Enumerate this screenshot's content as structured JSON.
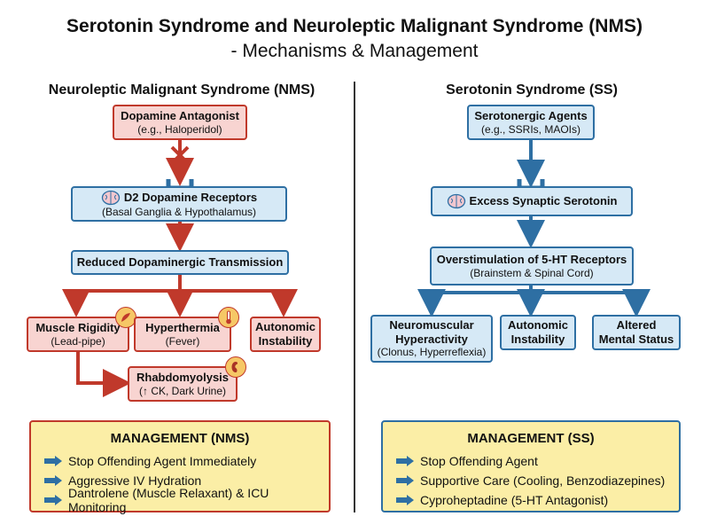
{
  "title": "Serotonin Syndrome and Neuroleptic Malignant Syndrome (NMS)",
  "subtitle": "- Mechanisms & Management",
  "nms": {
    "heading": "Neuroleptic Malignant Syndrome (NMS)",
    "dopamine_antagonist": {
      "title": "Dopamine Antagonist",
      "sub": "(e.g., Haloperidol)"
    },
    "d2_receptors": {
      "title": "D2 Dopamine Receptors",
      "sub": "(Basal Ganglia & Hypothalamus)"
    },
    "reduced_transmission": "Reduced Dopaminergic Transmission",
    "muscle_rigidity": {
      "title": "Muscle Rigidity",
      "sub": "(Lead-pipe)"
    },
    "hyperthermia": {
      "title": "Hyperthermia",
      "sub": "(Fever)"
    },
    "autonomic": {
      "line1": "Autonomic",
      "line2": "Instability"
    },
    "rhabdo": {
      "title": "Rhabdomyolysis",
      "sub": "(↑ CK, Dark Urine)"
    },
    "management": {
      "heading": "MANAGEMENT (NMS)",
      "items": [
        "Stop Offending Agent Immediately",
        "Aggressive IV Hydration",
        "Dantrolene (Muscle Relaxant) & ICU Monitoring"
      ]
    }
  },
  "ss": {
    "heading": "Serotonin Syndrome (SS)",
    "agents": {
      "title": "Serotonergic Agents",
      "sub": "(e.g., SSRIs, MAOIs)"
    },
    "excess": "Excess Synaptic Serotonin",
    "overstim": {
      "title": "Overstimulation of 5-HT Receptors",
      "sub": "(Brainstem & Spinal Cord)"
    },
    "neuromuscular": {
      "line1": "Neuromuscular",
      "line2": "Hyperactivity",
      "sub": "(Clonus, Hyperreflexia)"
    },
    "autonomic": {
      "line1": "Autonomic",
      "line2": "Instability"
    },
    "mental": {
      "line1": "Altered",
      "line2": "Mental Status"
    },
    "management": {
      "heading": "MANAGEMENT (SS)",
      "items": [
        "Stop Offending Agent",
        "Supportive Care (Cooling, Benzodiazepines)",
        "Cyproheptadine (5-HT Antagonist)"
      ]
    }
  },
  "colors": {
    "nms_accent": "#c0392b",
    "ss_accent": "#2e6fa3",
    "management_bg": "#fbeea6"
  }
}
